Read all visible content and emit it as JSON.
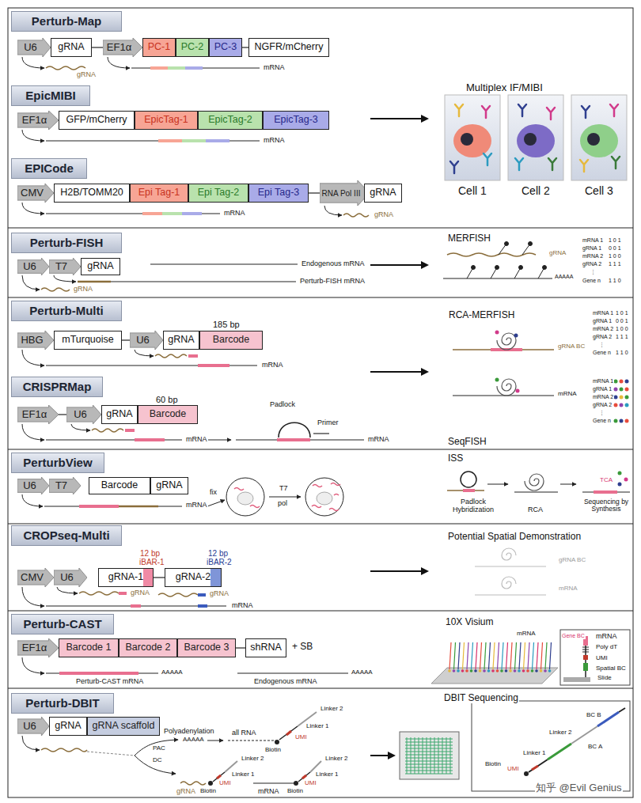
{
  "diagram": {
    "nodes": [
      {
        "text": [
          "Perturb-Map"
        ]
      },
      {
        "text": [
          "U6"
        ]
      },
      {
        "text": [
          "gRNA"
        ]
      },
      {
        "text": [
          "EF1α"
        ]
      },
      {
        "text": [
          "PC-1"
        ]
      },
      {
        "text": [
          "PC-2"
        ]
      },
      {
        "text": [
          "PC-3"
        ]
      },
      {
        "text": [
          "NGFR/mCherry"
        ]
      },
      {
        "text": [
          "EpicMIBI"
        ]
      },
      {
        "text": [
          "EF1α"
        ]
      },
      {
        "text": [
          "GFP/mCherry"
        ]
      },
      {
        "text": [
          "EpicTag-1"
        ]
      },
      {
        "text": [
          "EpicTag-2"
        ]
      },
      {
        "text": [
          "EpicTag-3"
        ]
      },
      {
        "text": [
          "EPICode"
        ]
      },
      {
        "text": [
          "CMV"
        ]
      },
      {
        "text": [
          "H2B/TOMM20"
        ]
      },
      {
        "text": [
          "Epi Tag-1"
        ]
      },
      {
        "text": [
          "Epi Tag-2"
        ]
      },
      {
        "text": [
          "Epi Tag-3"
        ]
      },
      {
        "text": [
          "RNA Pol III"
        ]
      },
      {
        "text": [
          "gRNA"
        ]
      },
      {
        "text": [
          "Perturb-FISH"
        ]
      },
      {
        "text": [
          "U6"
        ]
      },
      {
        "text": [
          "T7"
        ]
      },
      {
        "text": [
          "gRNA"
        ]
      },
      {
        "text": [
          "Perturb-Multi"
        ]
      },
      {
        "text": [
          "HBG"
        ]
      },
      {
        "text": [
          "mTurquoise"
        ]
      },
      {
        "text": [
          "U6"
        ]
      },
      {
        "text": [
          "gRNA"
        ]
      },
      {
        "text": [
          "Barcode"
        ]
      },
      {
        "text": [
          "CRISPRMap"
        ]
      },
      {
        "text": [
          "EF1α"
        ]
      },
      {
        "text": [
          "U6"
        ]
      },
      {
        "text": [
          "gRNA"
        ]
      },
      {
        "text": [
          "Barcode"
        ]
      },
      {
        "text": [
          "PerturbView"
        ]
      },
      {
        "text": [
          "U6"
        ]
      },
      {
        "text": [
          "T7"
        ]
      },
      {
        "text": [
          "Barcode"
        ]
      },
      {
        "text": [
          "gRNA"
        ]
      },
      {
        "text": [
          "CROPseq-Multi"
        ]
      },
      {
        "text": [
          "CMV"
        ]
      },
      {
        "text": [
          "U6"
        ]
      },
      {
        "text": [
          "gRNA-1"
        ]
      },
      {
        "text": [
          "gRNA-2"
        ]
      },
      {
        "text": [
          "Perturb-CAST"
        ]
      },
      {
        "text": [
          "EF1α"
        ]
      },
      {
        "text": [
          "Barcode 1"
        ]
      },
      {
        "text": [
          "Barcode 2"
        ]
      },
      {
        "text": [
          "Barcode 3"
        ]
      },
      {
        "text": [
          "shRNA"
        ]
      },
      {
        "text": [
          "Perturb-DBIT"
        ]
      },
      {
        "text": [
          "U6"
        ]
      },
      {
        "text": [
          "gRNA"
        ]
      },
      {
        "text": [
          "gRNA scaffold"
        ]
      }
    ],
    "edges": [
      {
        "from": 2,
        "to": 3,
        "arrow": "none"
      },
      {
        "from": 6,
        "to": 7,
        "arrow": "none"
      },
      {
        "from": 19,
        "to": 20,
        "arrow": "none"
      },
      {
        "from": 28,
        "to": 29,
        "arrow": "none"
      },
      {
        "from": 33,
        "to": 34,
        "arrow": "none"
      },
      {
        "from": 45,
        "to": 46,
        "arrow": "none"
      },
      {
        "from": 51,
        "to": 52,
        "arrow": "none"
      }
    ],
    "labels": [
      "gRNA",
      "mRNA",
      "mRNA",
      "mRNA",
      "gRNA",
      "Multiplex IF/MIBI",
      "Cell 1",
      "Cell 2",
      "Cell 3",
      "gRNA",
      "Endogenous mRNA",
      "Perturb-FISH mRNA",
      "MERFISH",
      "gRNA",
      "AAAAA",
      "mRNA 1",
      "1 0 1",
      "gRNA 1",
      "0 0 1",
      "mRNA 2",
      "1 0 0",
      "gRNA 2",
      "1 1 1",
      "⋮",
      "Gene n",
      "1 1 0",
      "185 bp",
      "mRNA",
      "60 bp",
      "mRNA",
      "Padlock",
      "Primer",
      "mRNA",
      "RCA-MERFISH",
      "gRNA BC",
      "mRNA",
      "mRNA 1",
      "1 0 1",
      "gRNA 1",
      "0 0 1",
      "mRNA 2",
      "1 0 0",
      "gRNA 2",
      "1 1 1",
      "⋮",
      "Gene n",
      "1 1 0",
      "mRNA 1",
      "gRNA 1",
      "mRNA 2",
      "gRNA 2",
      "⋮",
      "Gene n",
      "SeqFISH",
      "mRNA",
      "fix",
      "T7",
      "pol",
      "ISS",
      "Padlock Hybridization",
      "RCA",
      "TCA",
      "Sequencing by Synthesis",
      "12 bp",
      "iBAR-1",
      "12 bp",
      "iBAR-2",
      "gRNA",
      "gRNA",
      "mRNA",
      "Potential Spatial Demonstration",
      "gRNA BC",
      "mRNA",
      "+ SB",
      "AAAAA",
      "Perturb-CAST mRNA",
      "AAAAA",
      "Endogenous mRNA",
      "10X Visium",
      "mRNA",
      "Gene BC",
      "mRNA",
      "Poly dT",
      "UMI",
      "Spatial BC",
      "Slide",
      "Polyadenylation",
      "AAAAA",
      "PAC",
      "DC",
      "all RNA",
      "Linker 2",
      "Linker 1",
      "UMI",
      "Biotin",
      "Linker 2",
      "Linker 1",
      "UMI",
      "Biotin",
      "gRNA",
      "Linker 2",
      "Linker 1",
      "UMI",
      "Biotin",
      "mRNA",
      "DBIT Sequencing",
      "Linker 2",
      "Linker 1",
      "Biotin",
      "UMI",
      "BC B",
      "BC A",
      "知乎 @Evil Genius"
    ]
  }
}
